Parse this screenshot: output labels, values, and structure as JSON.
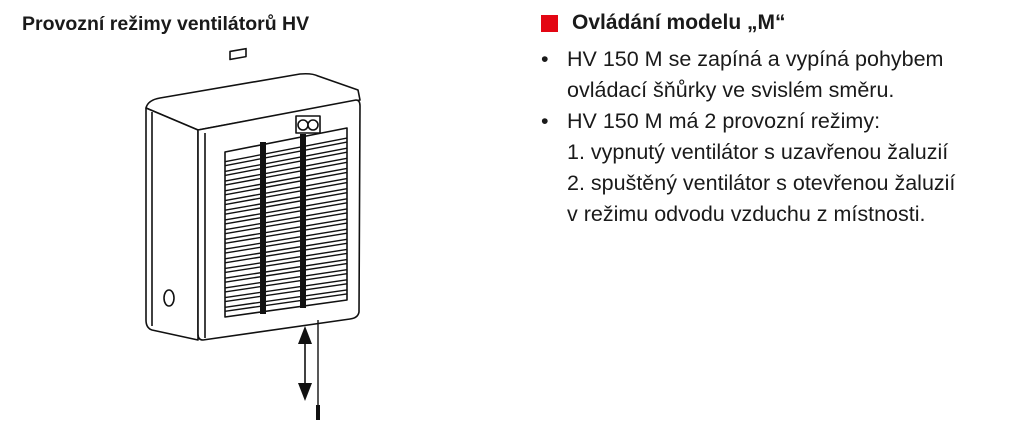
{
  "left_title": "Provozní režimy ventilátorů HV",
  "right": {
    "title": "Ovládání modelu „M“",
    "accent_color": "#e30613",
    "lines": [
      {
        "bullet": "•",
        "text": "HV 150 M se zapíná a vypíná pohybem"
      },
      {
        "bullet": "",
        "text": "ovládací šňůrky ve svislém směru."
      },
      {
        "bullet": "•",
        "text": "HV 150 M má 2 provozní režimy:"
      },
      {
        "bullet": "",
        "text": "1. vypnutý ventilátor s uzavřenou žaluzií"
      },
      {
        "bullet": "",
        "text": "2. spuštěný ventilátor s otevřenou žaluzií"
      },
      {
        "bullet": "",
        "text": "v režimu odvodu vzduchu z místnosti."
      }
    ]
  }
}
